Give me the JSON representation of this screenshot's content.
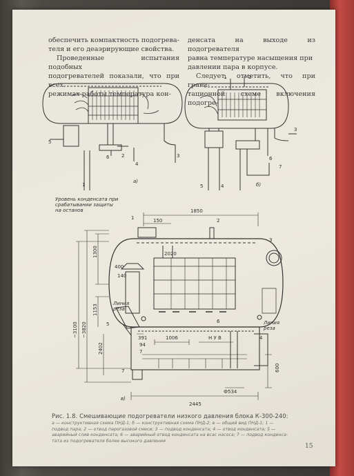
{
  "text": {
    "col1": [
      "обеспечить компактность подогрева-",
      "теля и его деаэрирующие свойства.",
      "Проведенные испытания подобных",
      "подогревателей показали, что при всех",
      "режимах работы температура кон-"
    ],
    "col2": [
      "денсата на выходе из подогревателя",
      "равна температуре насыщения при",
      "давлении пара в корпусе.",
      "Следует, отметить, что при грави-",
      "тационной схеме включения подогре-"
    ]
  },
  "figure": {
    "panel_a": "а)",
    "panel_b": "б)",
    "panel_c": "в)",
    "a_labels": [
      "5",
      "6",
      "2",
      "4",
      "1",
      "3"
    ],
    "b_labels": [
      "1",
      "2",
      "3",
      "4",
      "5",
      "6",
      "7"
    ],
    "c_numbers": [
      "1",
      "2",
      "3",
      "4",
      "5",
      "6",
      "7",
      "7"
    ],
    "note_level": [
      "Уровень конденсата при",
      "срабатывании защиты",
      "на останов"
    ],
    "dims": {
      "d1850": "1850",
      "d150": "150",
      "d1300": "1300",
      "d400": "400",
      "d140": "140",
      "d1153": "1153",
      "d2402": "2402",
      "d3100": "~3100",
      "d3820": "~3820",
      "d2020": "2020",
      "d391": "391",
      "d94": "94",
      "d1006": "1006",
      "nuv": "Н У В",
      "d600": "600",
      "d534": "Ф534",
      "d2445": "2445"
    },
    "weld_line": [
      "Линия",
      "реза"
    ]
  },
  "caption": {
    "title": "Рис. 1.8. Смешивающие подогреватели низкого давления блока К-300-240:",
    "legend": [
      "а — конструктивная схема ПНД-1; б — конструктивная схема ПНД-2; в — общий вид ПНД-1; 1 —",
      "подвод пара; 2 — отвод парогазовой смеси; 3 — подвод конденсата; 4 — отвод конденсата; 5 —",
      "аварийный слив конденсата; 6 — аварийный отвод конденсата на всас насоса; 7 — подвод конденса-",
      "тата из подогревателя более высокого давления"
    ]
  },
  "page_number": "15",
  "colors": {
    "ink": "#2e2e2e",
    "paper": "#ece9df",
    "cover": "#c44b45"
  }
}
